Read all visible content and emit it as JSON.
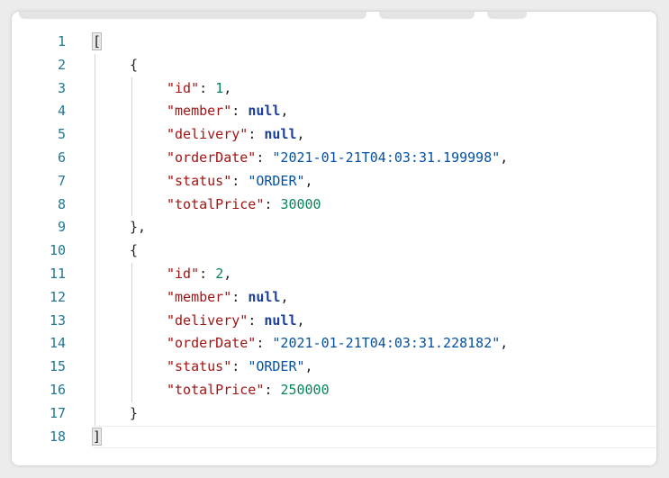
{
  "colors": {
    "key": "#a31515",
    "number": "#098658",
    "string": "#0451a5",
    "null": "#1c3e9b",
    "line_number": "#237893",
    "punctuation": "#222222"
  },
  "lines": [
    {
      "num": "1",
      "indent": 0,
      "tokens": [
        {
          "t": "[",
          "c": "bracket"
        }
      ]
    },
    {
      "num": "2",
      "indent": 1,
      "tokens": [
        {
          "t": "{",
          "c": "p"
        }
      ]
    },
    {
      "num": "3",
      "indent": 2,
      "tokens": [
        {
          "t": "\"id\"",
          "c": "k"
        },
        {
          "t": ": ",
          "c": "p"
        },
        {
          "t": "1",
          "c": "n"
        },
        {
          "t": ",",
          "c": "p"
        }
      ]
    },
    {
      "num": "4",
      "indent": 2,
      "tokens": [
        {
          "t": "\"member\"",
          "c": "k"
        },
        {
          "t": ": ",
          "c": "p"
        },
        {
          "t": "null",
          "c": "lit-null"
        },
        {
          "t": ",",
          "c": "p"
        }
      ]
    },
    {
      "num": "5",
      "indent": 2,
      "tokens": [
        {
          "t": "\"delivery\"",
          "c": "k"
        },
        {
          "t": ": ",
          "c": "p"
        },
        {
          "t": "null",
          "c": "lit-null"
        },
        {
          "t": ",",
          "c": "p"
        }
      ]
    },
    {
      "num": "6",
      "indent": 2,
      "tokens": [
        {
          "t": "\"orderDate\"",
          "c": "k"
        },
        {
          "t": ": ",
          "c": "p"
        },
        {
          "t": "\"2021-01-21T04:03:31.199998\"",
          "c": "s"
        },
        {
          "t": ",",
          "c": "p"
        }
      ]
    },
    {
      "num": "7",
      "indent": 2,
      "tokens": [
        {
          "t": "\"status\"",
          "c": "k"
        },
        {
          "t": ": ",
          "c": "p"
        },
        {
          "t": "\"ORDER\"",
          "c": "s"
        },
        {
          "t": ",",
          "c": "p"
        }
      ]
    },
    {
      "num": "8",
      "indent": 2,
      "tokens": [
        {
          "t": "\"totalPrice\"",
          "c": "k"
        },
        {
          "t": ": ",
          "c": "p"
        },
        {
          "t": "30000",
          "c": "n"
        }
      ]
    },
    {
      "num": "9",
      "indent": 1,
      "tokens": [
        {
          "t": "},",
          "c": "p"
        }
      ]
    },
    {
      "num": "10",
      "indent": 1,
      "tokens": [
        {
          "t": "{",
          "c": "p"
        }
      ]
    },
    {
      "num": "11",
      "indent": 2,
      "tokens": [
        {
          "t": "\"id\"",
          "c": "k"
        },
        {
          "t": ": ",
          "c": "p"
        },
        {
          "t": "2",
          "c": "n"
        },
        {
          "t": ",",
          "c": "p"
        }
      ]
    },
    {
      "num": "12",
      "indent": 2,
      "tokens": [
        {
          "t": "\"member\"",
          "c": "k"
        },
        {
          "t": ": ",
          "c": "p"
        },
        {
          "t": "null",
          "c": "lit-null"
        },
        {
          "t": ",",
          "c": "p"
        }
      ]
    },
    {
      "num": "13",
      "indent": 2,
      "tokens": [
        {
          "t": "\"delivery\"",
          "c": "k"
        },
        {
          "t": ": ",
          "c": "p"
        },
        {
          "t": "null",
          "c": "lit-null"
        },
        {
          "t": ",",
          "c": "p"
        }
      ]
    },
    {
      "num": "14",
      "indent": 2,
      "tokens": [
        {
          "t": "\"orderDate\"",
          "c": "k"
        },
        {
          "t": ": ",
          "c": "p"
        },
        {
          "t": "\"2021-01-21T04:03:31.228182\"",
          "c": "s"
        },
        {
          "t": ",",
          "c": "p"
        }
      ]
    },
    {
      "num": "15",
      "indent": 2,
      "tokens": [
        {
          "t": "\"status\"",
          "c": "k"
        },
        {
          "t": ": ",
          "c": "p"
        },
        {
          "t": "\"ORDER\"",
          "c": "s"
        },
        {
          "t": ",",
          "c": "p"
        }
      ]
    },
    {
      "num": "16",
      "indent": 2,
      "tokens": [
        {
          "t": "\"totalPrice\"",
          "c": "k"
        },
        {
          "t": ": ",
          "c": "p"
        },
        {
          "t": "250000",
          "c": "n"
        }
      ]
    },
    {
      "num": "17",
      "indent": 1,
      "tokens": [
        {
          "t": "}",
          "c": "p"
        }
      ]
    },
    {
      "num": "18",
      "indent": 0,
      "tokens": [
        {
          "t": "]",
          "c": "bracket"
        }
      ]
    }
  ]
}
